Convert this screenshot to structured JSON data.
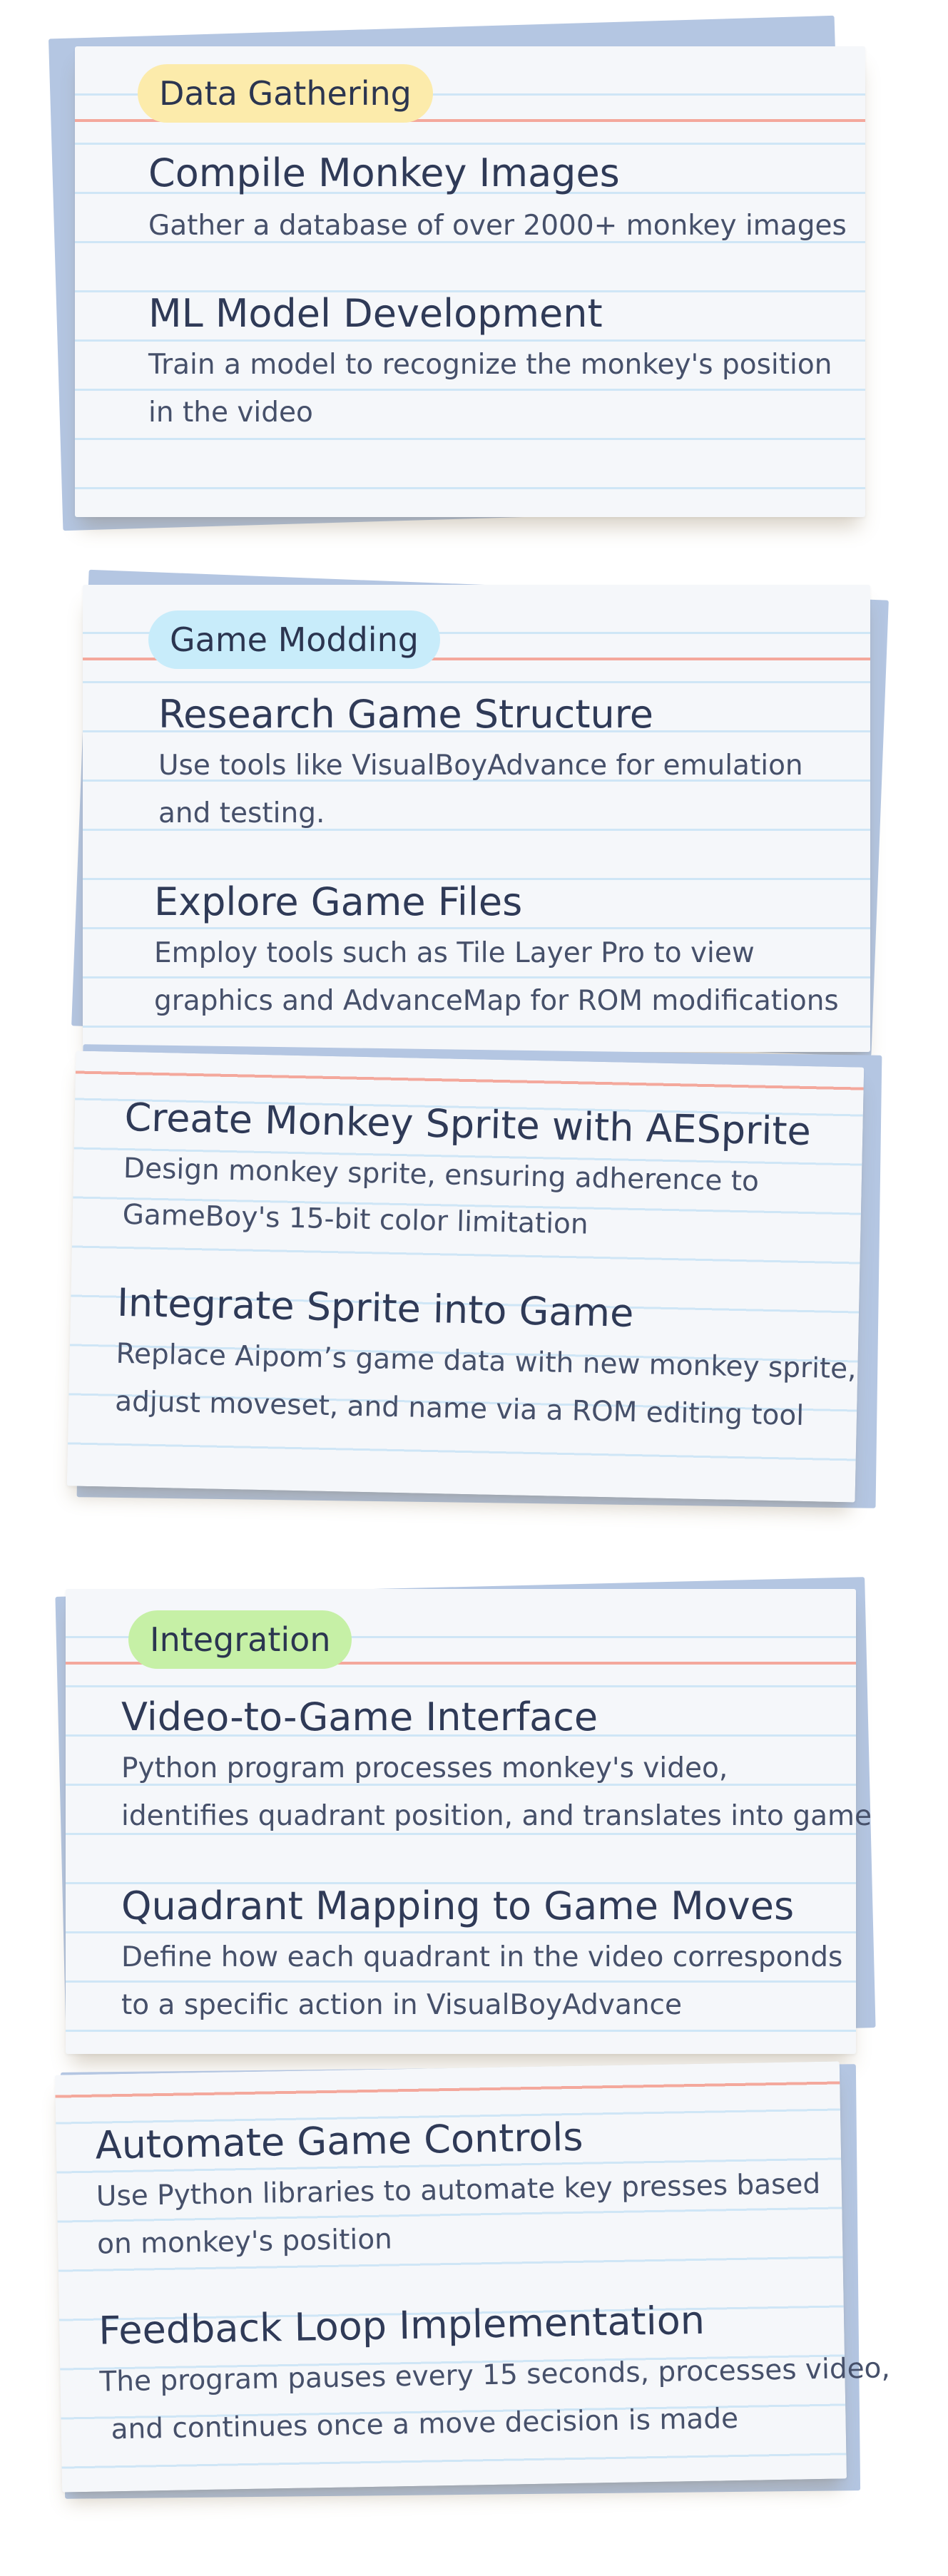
{
  "sections": [
    {
      "tag": "Data Gathering",
      "tag_color": "#fcebab",
      "items": [
        {
          "title": "Compile Monkey Images",
          "desc": [
            "Gather a database of over 2000+ monkey images"
          ]
        },
        {
          "title": "ML Model Development",
          "desc": [
            "Train a model to recognize the monkey's position",
            "in the video"
          ]
        }
      ]
    },
    {
      "tag": "Game Modding",
      "tag_color": "#c8ecfa",
      "items": [
        {
          "title": "Research Game Structure",
          "desc": [
            "Use tools like VisualBoyAdvance for emulation",
            "and testing."
          ]
        },
        {
          "title": "Explore Game Files",
          "desc": [
            "Employ tools such as Tile Layer Pro to view",
            "graphics and AdvanceMap for ROM modifications"
          ]
        }
      ],
      "continuation_items": [
        {
          "title": "Create Monkey Sprite with AESprite",
          "desc": [
            "Design monkey sprite, ensuring adherence to",
            "GameBoy's 15-bit color limitation"
          ]
        },
        {
          "title": "Integrate Sprite into Game",
          "desc": [
            "Replace Aipom’s game data with new monkey sprite,",
            "adjust moveset, and name via a ROM editing tool"
          ]
        }
      ]
    },
    {
      "tag": "Integration",
      "tag_color": "#c6f0a6",
      "items": [
        {
          "title": "Video-to-Game Interface",
          "desc": [
            "Python program processes monkey's video,",
            "identifies quadrant position, and translates into game"
          ]
        },
        {
          "title": "Quadrant Mapping to Game Moves",
          "desc": [
            "Define how each quadrant in the video corresponds",
            "to a specific action in VisualBoyAdvance"
          ]
        }
      ],
      "continuation_items": [
        {
          "title": "Automate Game Controls",
          "desc": [
            "Use Python libraries to automate key presses based",
            "on monkey's position"
          ]
        },
        {
          "title": "Feedback Loop Implementation",
          "desc": [
            "The program pauses every 15 seconds, processes video,",
            "and continues once a move decision is made"
          ]
        }
      ]
    }
  ]
}
